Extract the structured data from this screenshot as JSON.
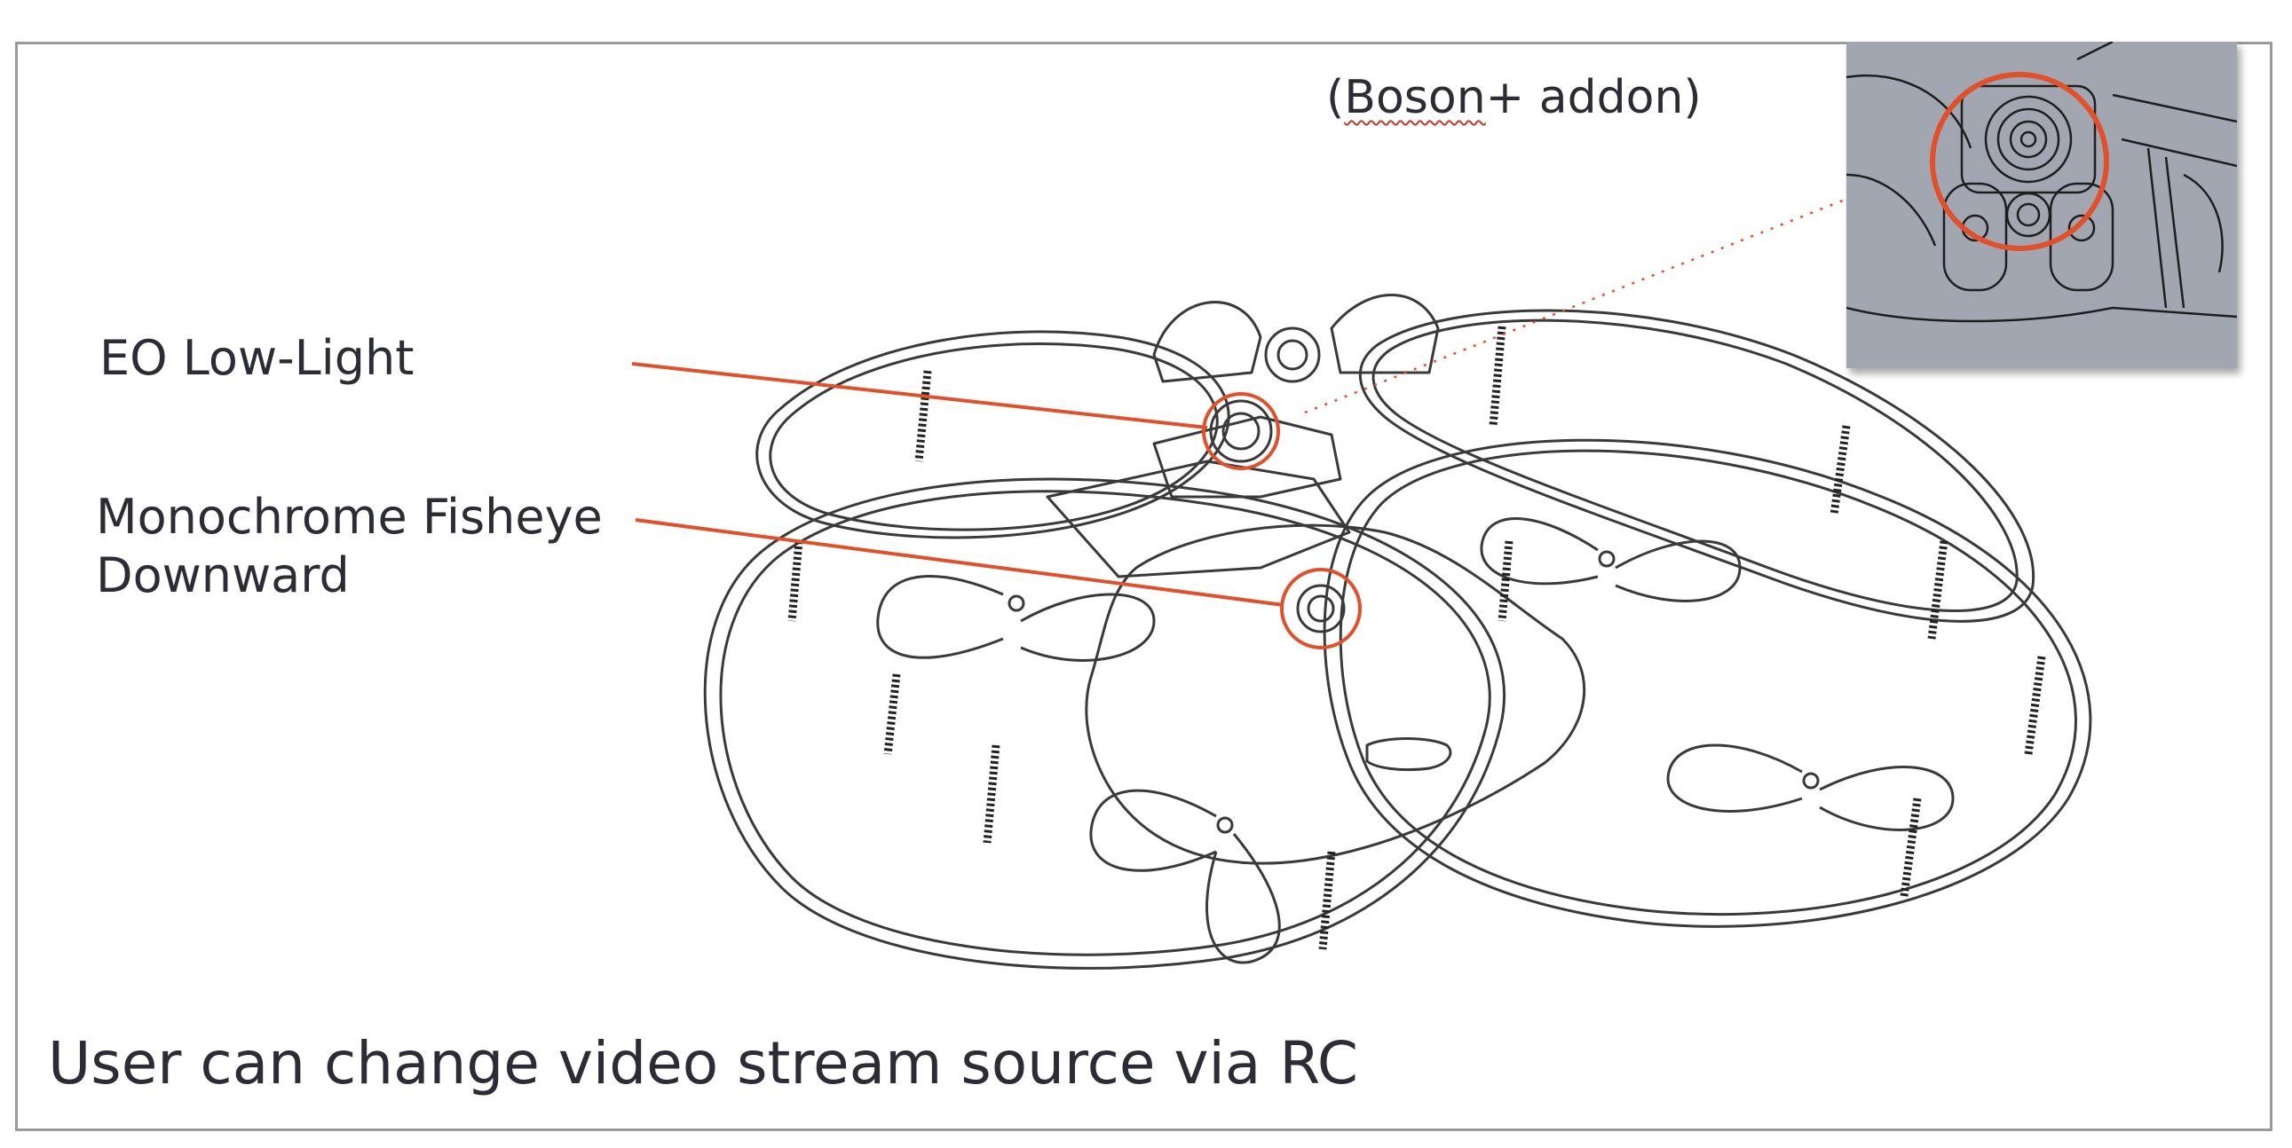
{
  "labels": {
    "eo_low_light": "EO Low-Light",
    "mono_line1": "Monochrome Fisheye",
    "mono_line2": "Downward",
    "boson_open": "(",
    "boson_word": "Boson",
    "boson_rest": "+ addon)"
  },
  "caption": "User can change video stream source via RC",
  "colors": {
    "callout": "#e0502a",
    "line_art": "#3a3a3a",
    "inset_bg": "#a2a6b0",
    "text": "#2c2c36",
    "frame": "#9a9a9a"
  },
  "icons": {
    "drone": "quadcopter-line-drawing",
    "inset": "boson-thermal-camera-closeup"
  }
}
